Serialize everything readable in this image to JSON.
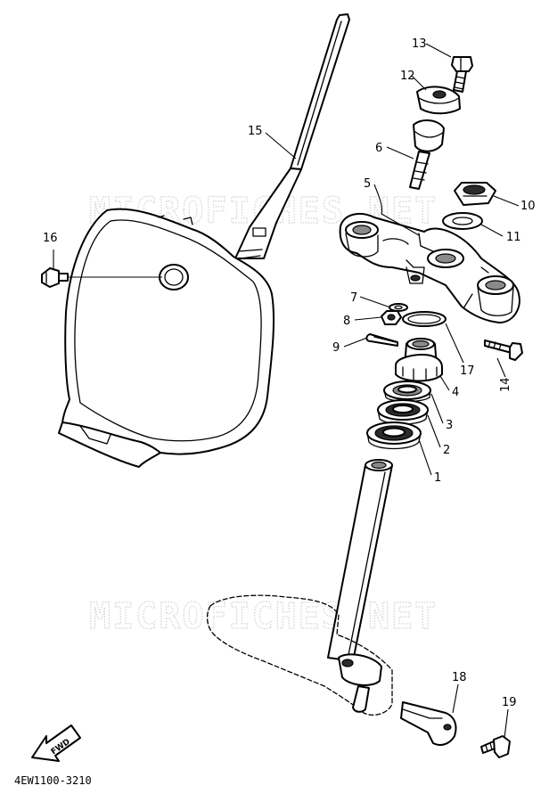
{
  "diagram": {
    "drawing_code": "4EW1100-3210",
    "direction_label": "FWD",
    "watermarks": [
      "MICROFICHES.NET",
      "MICROFICHES.NET"
    ],
    "callouts": [
      {
        "id": "c1",
        "label": "1"
      },
      {
        "id": "c2",
        "label": "2"
      },
      {
        "id": "c3",
        "label": "3"
      },
      {
        "id": "c4",
        "label": "4"
      },
      {
        "id": "c5",
        "label": "5"
      },
      {
        "id": "c6",
        "label": "6"
      },
      {
        "id": "c7",
        "label": "7"
      },
      {
        "id": "c8",
        "label": "8"
      },
      {
        "id": "c9",
        "label": "9"
      },
      {
        "id": "c10",
        "label": "10"
      },
      {
        "id": "c11",
        "label": "11"
      },
      {
        "id": "c12",
        "label": "12"
      },
      {
        "id": "c13",
        "label": "13"
      },
      {
        "id": "c14",
        "label": "14"
      },
      {
        "id": "c15",
        "label": "15"
      },
      {
        "id": "c16",
        "label": "16"
      },
      {
        "id": "c17",
        "label": "17"
      },
      {
        "id": "c18",
        "label": "18"
      },
      {
        "id": "c19",
        "label": "19"
      }
    ]
  }
}
